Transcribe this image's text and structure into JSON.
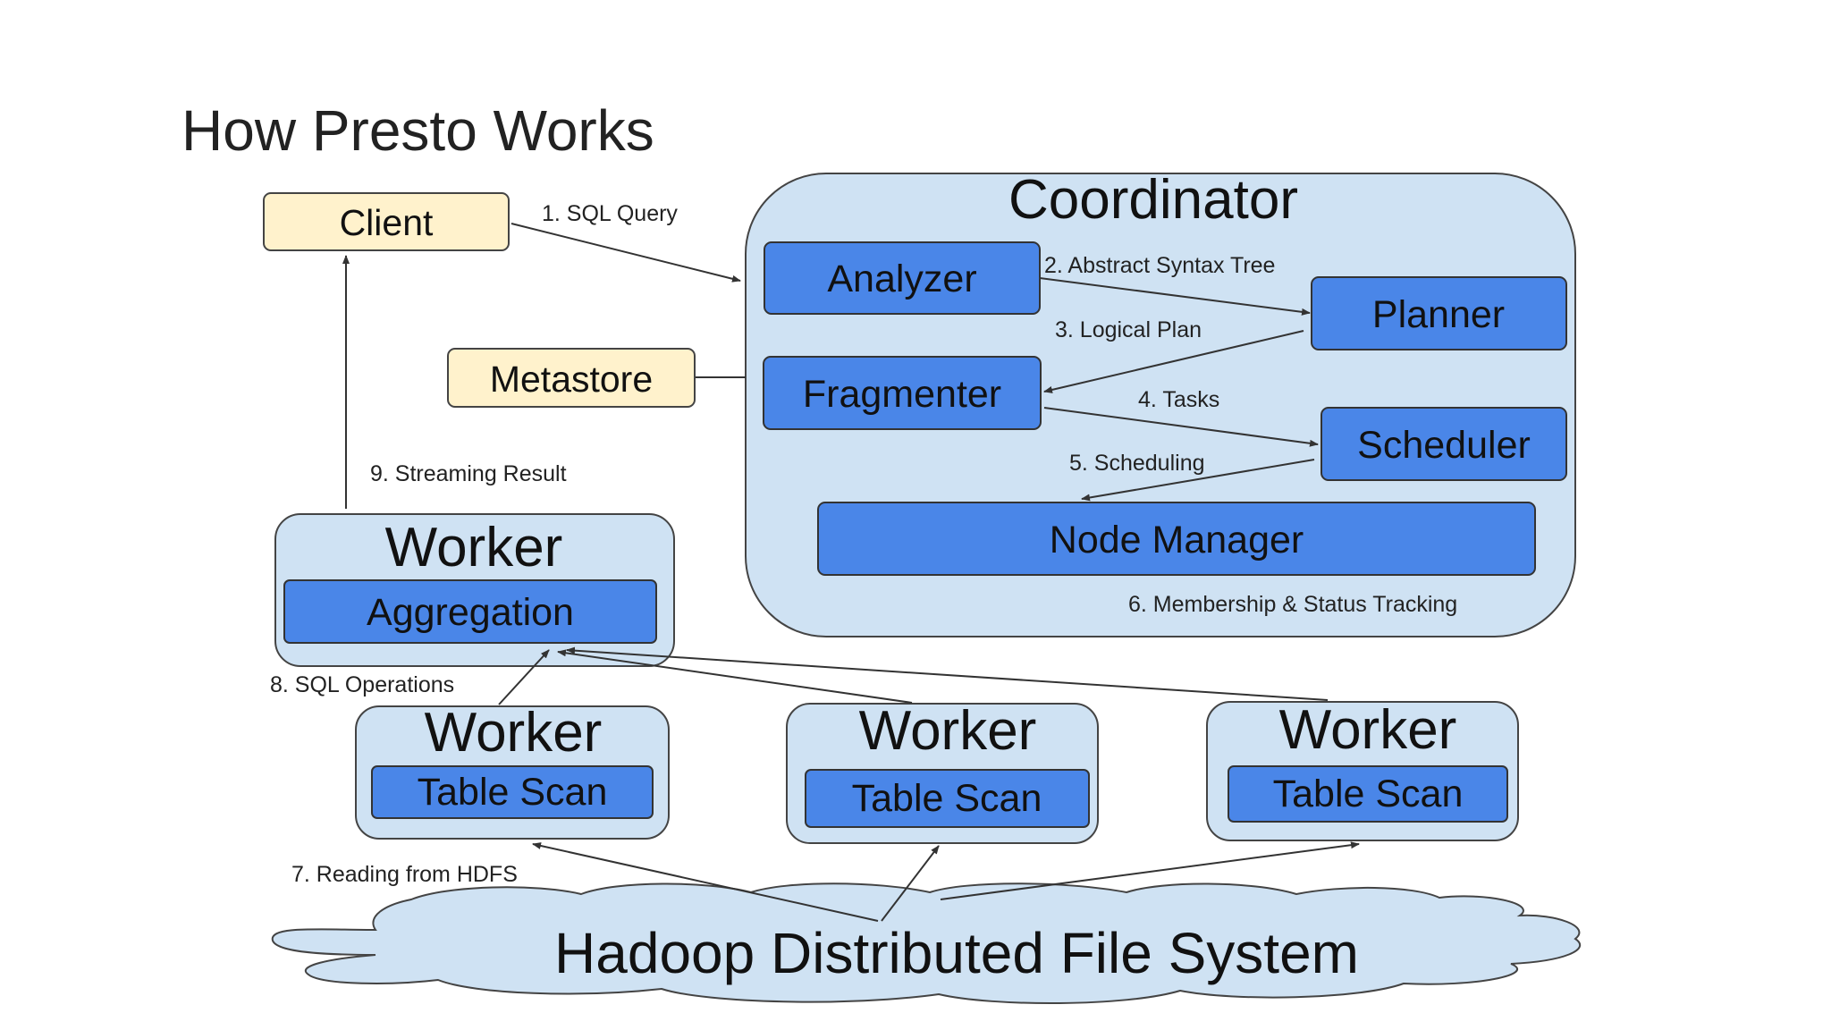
{
  "slide": {
    "title": "How Presto Works"
  },
  "colors": {
    "node_fill": "#4a86e8",
    "container_fill": "#cfe2f3",
    "external_fill": "#fff2cc",
    "stroke": "#333333"
  },
  "nodes": {
    "client": "Client",
    "metastore": "Metastore",
    "coordinator": "Coordinator",
    "analyzer": "Analyzer",
    "planner": "Planner",
    "fragmenter": "Fragmenter",
    "scheduler": "Scheduler",
    "node_manager": "Node Manager",
    "worker_agg": {
      "title": "Worker",
      "task": "Aggregation"
    },
    "worker_1": {
      "title": "Worker",
      "task": "Table Scan"
    },
    "worker_2": {
      "title": "Worker",
      "task": "Table Scan"
    },
    "worker_3": {
      "title": "Worker",
      "task": "Table Scan"
    },
    "hdfs": "Hadoop Distributed File System"
  },
  "edges": {
    "sql_query": "1. SQL Query",
    "ast": "2. Abstract Syntax Tree",
    "logical_plan": "3. Logical Plan",
    "tasks": "4. Tasks",
    "scheduling": "5. Scheduling",
    "membership": "6. Membership & Status Tracking",
    "reading_hdfs": "7. Reading from HDFS",
    "sql_operations": "8. SQL Operations",
    "streaming_result": "9. Streaming Result"
  }
}
